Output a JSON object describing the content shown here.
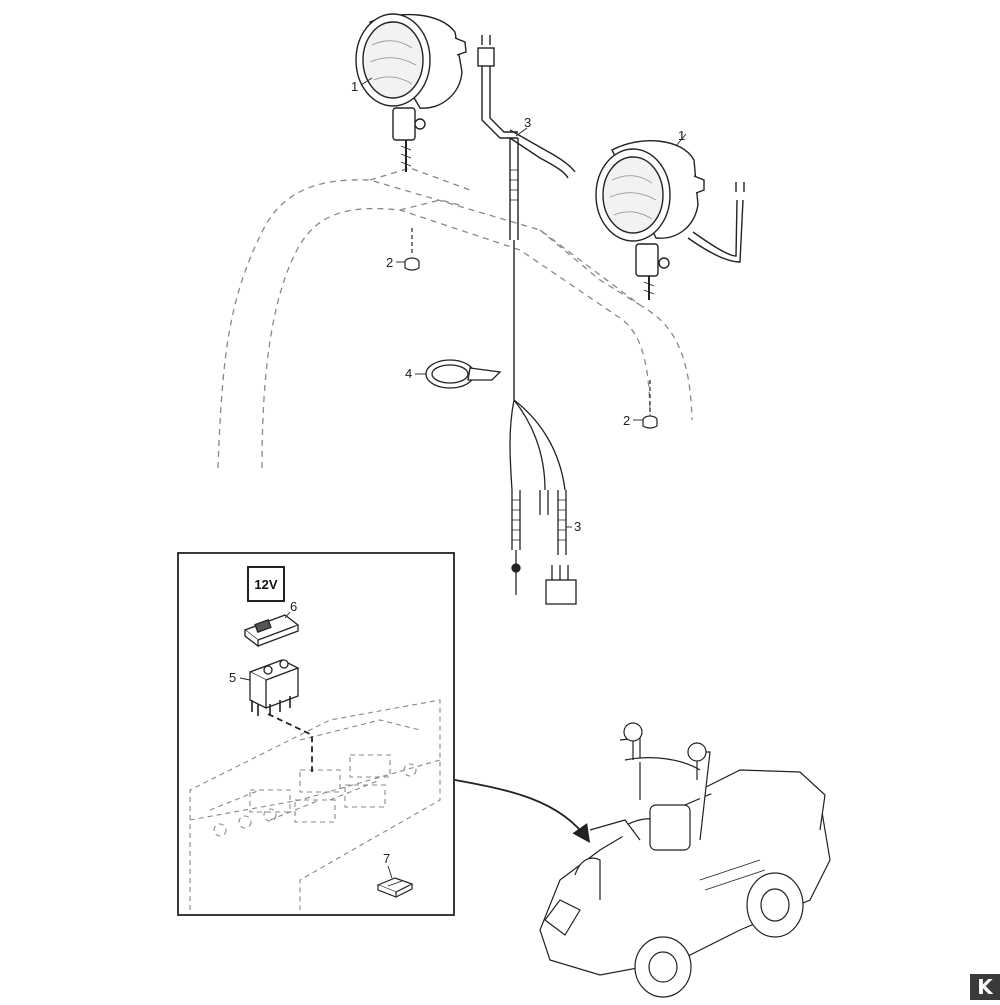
{
  "callouts": {
    "lamp_left": "1",
    "lamp_right": "1",
    "nut_left": "2",
    "nut_right": "2",
    "harness_top": "3",
    "harness_bottom": "3",
    "cable_tie": "4",
    "rocker_switch": "5",
    "switch_cap": "6",
    "fuse": "7"
  },
  "voltage_badge": "12V",
  "logo_letter": "K",
  "colors": {
    "line": "#222222",
    "dashed": "#888888",
    "logo_bg": "#3a3a3a"
  }
}
